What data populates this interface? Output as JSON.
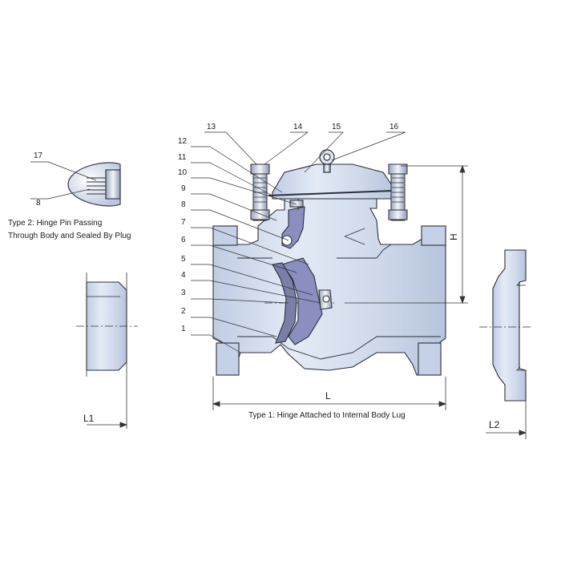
{
  "captions": {
    "type2_line1": "Type 2: Hinge Pin Passing",
    "type2_line2": "Through Body and Sealed By Plug",
    "type1": "Type 1: Hinge Attached to Internal Body Lug"
  },
  "dimensions": {
    "L": "L",
    "H": "H",
    "L1": "L1",
    "L2": "L2"
  },
  "callouts": {
    "n1": "1",
    "n2": "2",
    "n3": "3",
    "n4": "4",
    "n5": "5",
    "n6": "6",
    "n7": "7",
    "n8": "8",
    "n9": "9",
    "n10": "10",
    "n11": "11",
    "n12": "12",
    "n13": "13",
    "n14": "14",
    "n15": "15",
    "n16": "16",
    "n17": "17",
    "n8b": "8"
  },
  "colors": {
    "body_fill": "#cfd9ea",
    "body_light": "#e9eef7",
    "disc_fill": "#8a8fbf",
    "outline": "#2b2f3a",
    "leader": "#333333"
  }
}
